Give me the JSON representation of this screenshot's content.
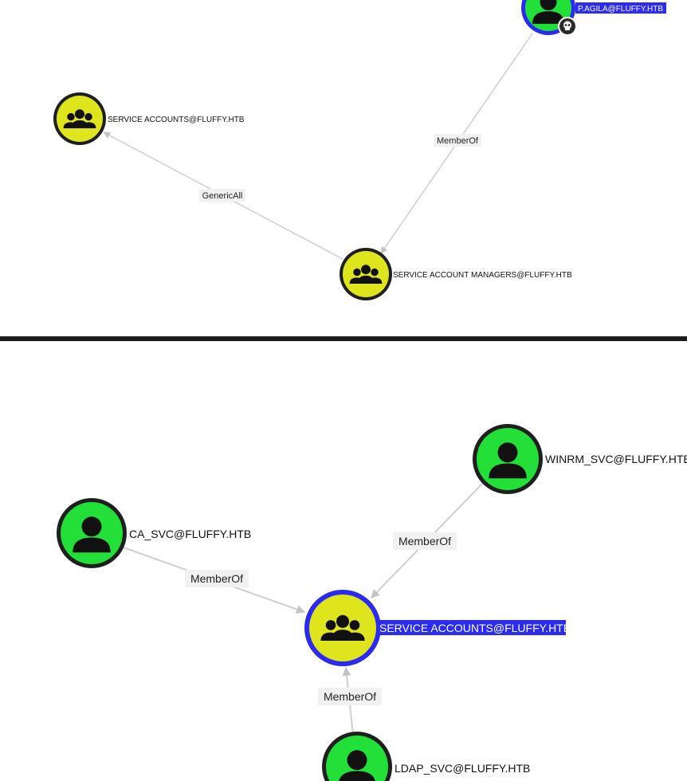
{
  "colors": {
    "user_fill": "#22e038",
    "group_fill": "#dfe51c",
    "highlight_ring": "#2a2af0",
    "label_highlight_bg": "#2b2bf2",
    "edge": "#cfcfcf",
    "edge_label_bg": "#f1f1f1"
  },
  "top_graph": {
    "nodes": {
      "pagila": {
        "label": "P.AGILA@FLUFFY.HTB",
        "icon": "user-icon",
        "badge_icon": "skull-icon"
      },
      "service_accounts": {
        "label": "SERVICE ACCOUNTS@FLUFFY.HTB",
        "icon": "group-icon"
      },
      "service_account_managers": {
        "label": "SERVICE ACCOUNT MANAGERS@FLUFFY.HTB",
        "icon": "group-icon"
      }
    },
    "edges": {
      "memberof": {
        "label": "MemberOf"
      },
      "genericall": {
        "label": "GenericAll"
      }
    }
  },
  "bottom_graph": {
    "nodes": {
      "winrm_svc": {
        "label": "WINRM_SVC@FLUFFY.HTB",
        "icon": "user-icon"
      },
      "ca_svc": {
        "label": "CA_SVC@FLUFFY.HTB",
        "icon": "user-icon"
      },
      "service_accounts": {
        "label": "SERVICE ACCOUNTS@FLUFFY.HTB",
        "icon": "group-icon"
      },
      "ldap_svc": {
        "label": "LDAP_SVC@FLUFFY.HTB",
        "icon": "user-icon"
      }
    },
    "edges": {
      "winrm_memberof": {
        "label": "MemberOf"
      },
      "ca_memberof": {
        "label": "MemberOf"
      },
      "ldap_memberof": {
        "label": "MemberOf"
      }
    }
  }
}
